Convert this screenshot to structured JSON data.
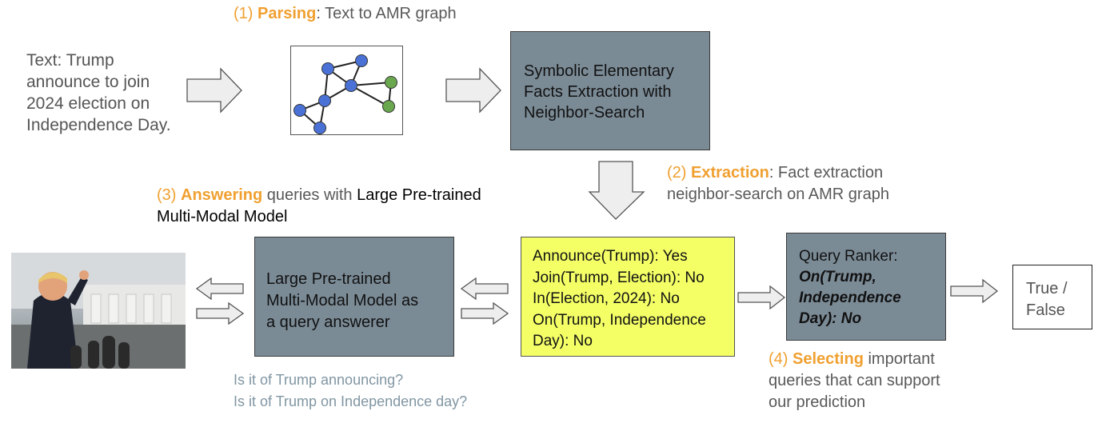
{
  "parsing": {
    "num": "(1) ",
    "bold": "Parsing",
    "rest": ": Text to AMR graph"
  },
  "input_text": [
    "Text: Trump",
    "announce to join",
    "2024 election on",
    "Independence Day."
  ],
  "extraction_box": [
    "Symbolic Elementary",
    "Facts Extraction with",
    "Neighbor-Search"
  ],
  "extraction_label": {
    "num": "(2) ",
    "bold": "Extraction",
    "rest1": ": Fact extraction",
    "rest2": "neighbor-search on AMR graph"
  },
  "answering_label": {
    "num": "(3) ",
    "bold": "Answering",
    "rest": " queries with ",
    "black1": "Large Pre-trained",
    "black2": "Multi-Modal Model"
  },
  "model_box": [
    "Large Pre-trained",
    "Multi-Modal Model as",
    "a query answerer"
  ],
  "facts_box": [
    "Announce(Trump): Yes",
    "Join(Trump, Election): No",
    "In(Election, 2024): No",
    "On(Trump, Independence",
    "Day): No"
  ],
  "ranker_box": {
    "title": "Query Ranker:",
    "result": [
      "On(Trump,",
      "Independence",
      "Day): No"
    ]
  },
  "output_box": [
    "True /",
    "False"
  ],
  "questions": [
    "Is it of Trump announcing?",
    "Is it of Trump on Independence day?"
  ],
  "selecting_label": {
    "num": "(4) ",
    "bold": "Selecting",
    "rest1": " important",
    "rest2": "queries that can support",
    "rest3": "our prediction"
  },
  "colors": {
    "accent": "#f0a030",
    "box_gray": "#7b8b96",
    "facts_yellow": "#f4ff66",
    "node_blue": "#4a72d6",
    "node_green": "#6aa84f"
  }
}
